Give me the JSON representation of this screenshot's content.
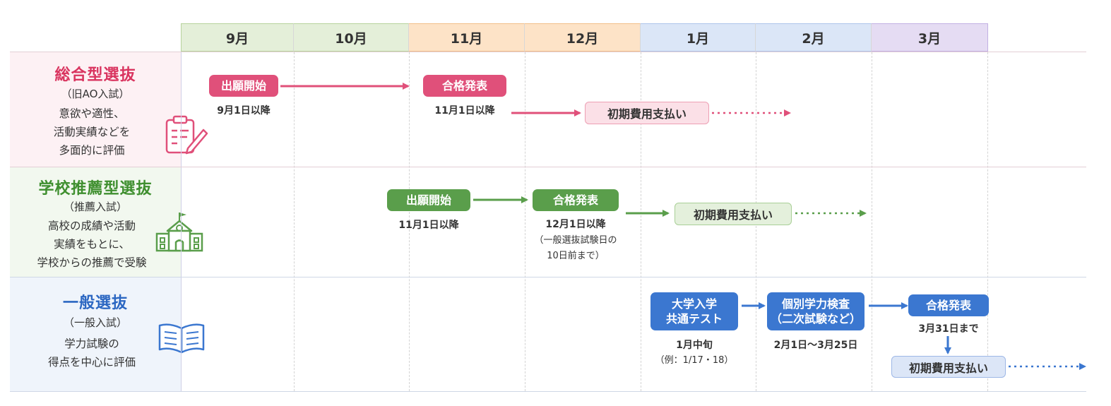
{
  "months": [
    "9月",
    "10月",
    "11月",
    "12月",
    "1月",
    "2月",
    "3月"
  ],
  "sogo": {
    "title": "総合型選抜",
    "sub": "（旧AO入試）",
    "desc": [
      "意欲や適性、",
      "活動実績などを",
      "多面的に評価"
    ],
    "icon": "clipboard-icon",
    "step1": "出願開始",
    "step1_note": "9月1日以降",
    "step2": "合格発表",
    "step2_note": "11月1日以降",
    "step3": "初期費用支払い",
    "color": "#e0507a"
  },
  "suisen": {
    "title": "学校推薦型選抜",
    "sub": "（推薦入試）",
    "desc": [
      "高校の成績や活動",
      "実績をもとに、",
      "学校からの推薦で受験"
    ],
    "icon": "school-icon",
    "step1": "出願開始",
    "step1_note": "11月1日以降",
    "step2": "合格発表",
    "step2_note": "12月1日以降",
    "step2_note2": [
      "（一般選抜試験日の",
      "10日前まで）"
    ],
    "step3": "初期費用支払い",
    "color": "#5a9e4b"
  },
  "ippan": {
    "title": "一般選抜",
    "sub": "（一般入試）",
    "desc": [
      "学力試験の",
      "得点を中心に評価"
    ],
    "icon": "open-book-icon",
    "step1": [
      "大学入学",
      "共通テスト"
    ],
    "step1_note": "1月中旬",
    "step1_note2": "（例：1/17・18）",
    "step2": [
      "個別学力検査",
      "（二次試験など）"
    ],
    "step2_note": "2月1日〜3月25日",
    "step3": "合格発表",
    "step3_note": "3月31日まで",
    "step4": "初期費用支払い",
    "color": "#3b77d0"
  }
}
